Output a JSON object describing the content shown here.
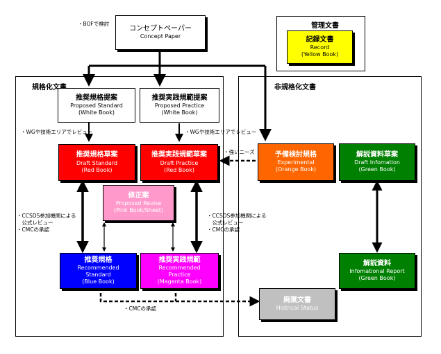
{
  "regions": {
    "standardization": "規格化文書",
    "non_standardization": "非規格化文書"
  },
  "concept_paper": {
    "jp": "コンセプトペーパー",
    "en": "Concept Paper"
  },
  "bof_note": "・BOFで検討",
  "management_doc": {
    "title": "管理文書",
    "record_jp": "記録文書",
    "record_en": "Record",
    "record_color": "(Yellow Book)"
  },
  "proposed_standard": {
    "jp": "推奨規格提案",
    "en": "Proposed Standard",
    "color": "(White Book)"
  },
  "proposed_practice": {
    "jp": "推奨実践規範提案",
    "en": "Proposed Practice",
    "color": "(White Book)"
  },
  "wg_review_left": "・WGや技術エリアでレビュー",
  "wg_review_right": "・WGや技術エリアでレビュー",
  "draft_standard": {
    "jp": "推奨規格草案",
    "en": "Draft Standard",
    "color": "(Red Book)"
  },
  "draft_practice": {
    "jp": "推奨実践規範草案",
    "en": "Draft Practice",
    "color": "(Red Book)"
  },
  "strong_needs": "・強いニーズ",
  "experimental": {
    "jp": "予備検討規格",
    "en": "Experimental",
    "color": "(Orange Book)"
  },
  "draft_informational": {
    "jp": "解説資料草案",
    "en": "Draft Infomation",
    "color": "(Green Book)"
  },
  "proposed_revise": {
    "jp": "修正案",
    "en": "Proposed Revise",
    "color": "(Pink Book/Sheet)"
  },
  "review_left": [
    "・CCSDS参加機関による",
    "　公式レビュー",
    "・CMCの承認"
  ],
  "review_right": [
    "・CCSDS参加機関による",
    "　公式レビュー",
    "・CMCの承認"
  ],
  "recommended_standard": {
    "jp": "推奨規格",
    "en1": "Recommended",
    "en2": "Standard",
    "color": "(Blue Book)"
  },
  "recommended_practice": {
    "jp": "推奨実践規範",
    "en1": "Recommended",
    "en2": "Practice",
    "color": "(Magenta Book)"
  },
  "informational_report": {
    "jp": "解説資料",
    "en": "Infomational Report",
    "color": "(Green Book)"
  },
  "historical": {
    "jp": "廃棄文書",
    "en": "Histrical Status"
  },
  "cmc_approval_bottom": "・CMCの承認",
  "colors": {
    "red": "#ff0000",
    "orange": "#ff6600",
    "green": "#008000",
    "blue": "#0000ff",
    "magenta": "#ff00ff",
    "pink": "#ff99cc",
    "yellow": "#ffff00",
    "gray": "#c0c0c0"
  }
}
